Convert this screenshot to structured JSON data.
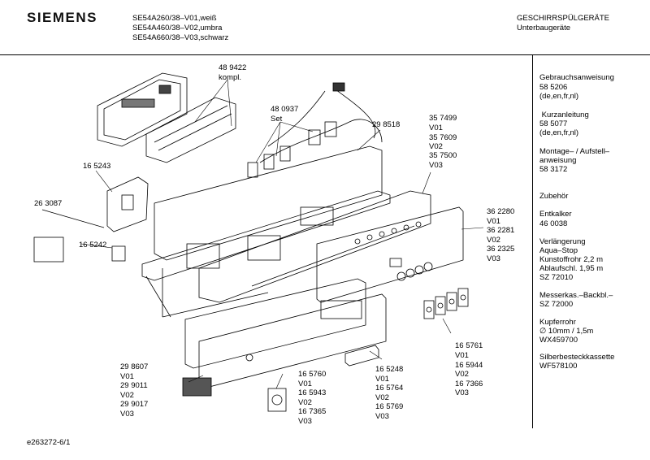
{
  "header": {
    "brand": "SIEMENS",
    "models": [
      "SE54A260/38–V01,weiß",
      "SE54A460/38–V02,umbra",
      "SE54A660/38–V03,schwarz"
    ],
    "category": "GESCHIRRSPÜLGERÄTE",
    "subcategory": "Unterbaugeräte"
  },
  "parts": {
    "p1": [
      "48 9422",
      "kompl."
    ],
    "p2": [
      "48 0937",
      "Set"
    ],
    "p3": [
      "29 8518"
    ],
    "p4": [
      "35 7499",
      "V01",
      "35 7609",
      "V02",
      "35 7500",
      "V03"
    ],
    "p5": [
      "16 5243"
    ],
    "p6": [
      "26 3087"
    ],
    "p7": [
      "16 5242"
    ],
    "p8": [
      "36 2280",
      "V01",
      "36 2281",
      "V02",
      "36 2325",
      "V03"
    ],
    "p9": [
      "16 5761",
      "V01",
      "16 5944",
      "V02",
      "16 7366",
      "V03"
    ],
    "p10": [
      "29 8607",
      "V01",
      "29 9011",
      "V02",
      "29 9017",
      "V03"
    ],
    "p11": [
      "16 5760",
      "V01",
      "16 5943",
      "V02",
      "16 7365",
      "V03"
    ],
    "p12": [
      "16 5248",
      "V01",
      "16 5764",
      "V02",
      "16 5769",
      "V03"
    ]
  },
  "sidebar": {
    "b1": [
      "Gebrauchsanweisung",
      "58 5206",
      "(de,en,fr,nl)"
    ],
    "b2": [
      " Kurzanleitung",
      "58 5077",
      "(de,en,fr,nl)"
    ],
    "b3": [
      "Montage– / Aufstell–",
      "anweisung",
      "58 3172"
    ],
    "b4": [
      "Zubehör"
    ],
    "b5": [
      "Entkalker",
      "46 0038"
    ],
    "b6": [
      "Verlängerung",
      "Aqua–Stop",
      "Kunstoffrohr 2,2 m",
      "Ablaufschl. 1,95 m",
      "SZ 72010"
    ],
    "b7": [
      "Messerkas.–Backbl.–",
      "SZ 72000"
    ],
    "b8": [
      "Kupferrohr",
      "∅ 10mm / 1,5m",
      "WX459700"
    ],
    "b9": [
      "Silberbesteckkassette",
      "WF578100"
    ]
  },
  "footer": {
    "doc_id": "e263272-6/1"
  }
}
